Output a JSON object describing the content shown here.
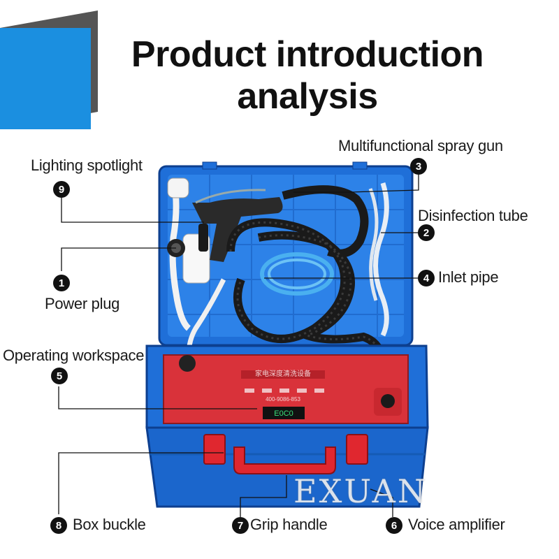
{
  "title": {
    "line1": "Product introduction",
    "line2": "analysis"
  },
  "watermark": "EXUAN",
  "callouts": [
    {
      "num": "9",
      "label": "Lighting spotlight"
    },
    {
      "num": "3",
      "label": "Multifunctional spray gun"
    },
    {
      "num": "2",
      "label": "Disinfection tube"
    },
    {
      "num": "1",
      "label": "Power plug"
    },
    {
      "num": "4",
      "label": "Inlet pipe"
    },
    {
      "num": "5",
      "label": "Operating workspace"
    },
    {
      "num": "8",
      "label": "Box buckle"
    },
    {
      "num": "7",
      "label": "Grip handle"
    },
    {
      "num": "6",
      "label": "Voice amplifier"
    }
  ],
  "panel": {
    "brand_text": "家电深度清洗设备",
    "phone": "400-9086-853",
    "display": "E0C0"
  },
  "colors": {
    "case_blue": "#1f6fd8",
    "panel_red": "#d9323a",
    "accent_blue": "#1b8fe0",
    "buckle_red": "#e0272f"
  }
}
